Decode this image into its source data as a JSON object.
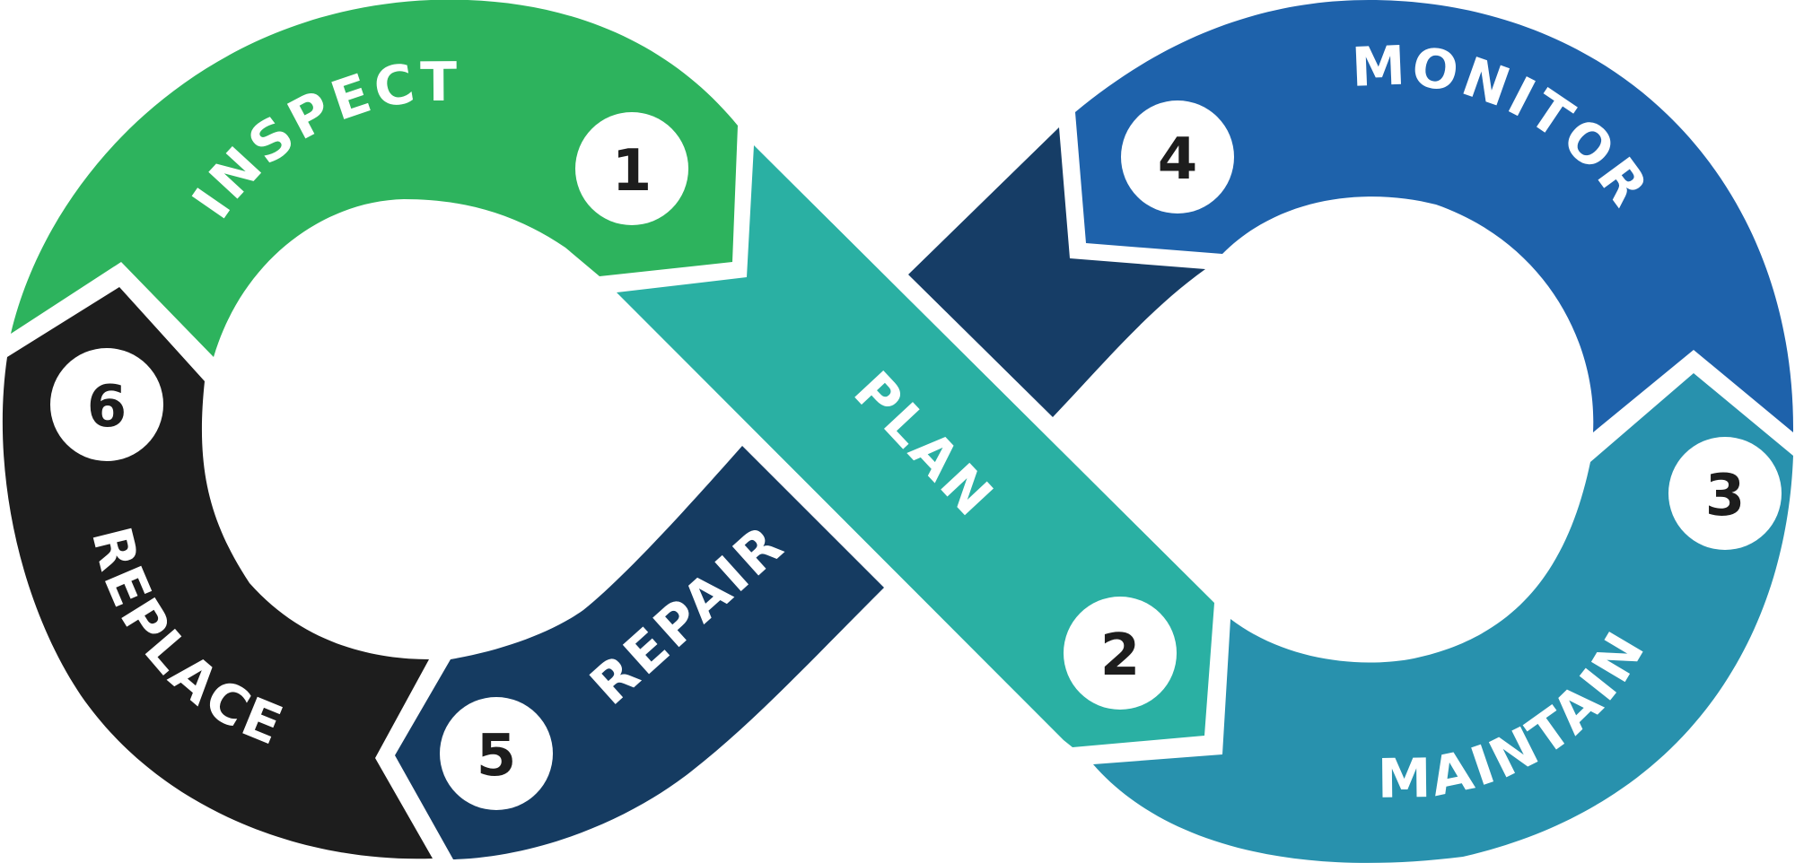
{
  "colors": {
    "inspect": "#2db35d",
    "plan": "#2ab0a3",
    "maintain": "#2891ad",
    "monitor": "#1e62ab",
    "monitor_dark": "#163d66",
    "repair": "#153b61",
    "replace": "#1d1d1d",
    "circle": "#ffffff",
    "number": "#1d1d1d"
  },
  "steps": [
    {
      "key": "inspect",
      "number": "1",
      "label": "INSPECT"
    },
    {
      "key": "plan",
      "number": "2",
      "label": "PLAN"
    },
    {
      "key": "maintain",
      "number": "3",
      "label": "MAINTAIN"
    },
    {
      "key": "monitor",
      "number": "4",
      "label": "MONITOR"
    },
    {
      "key": "repair",
      "number": "5",
      "label": "REPAIR"
    },
    {
      "key": "replace",
      "number": "6",
      "label": "REPLACE"
    }
  ]
}
